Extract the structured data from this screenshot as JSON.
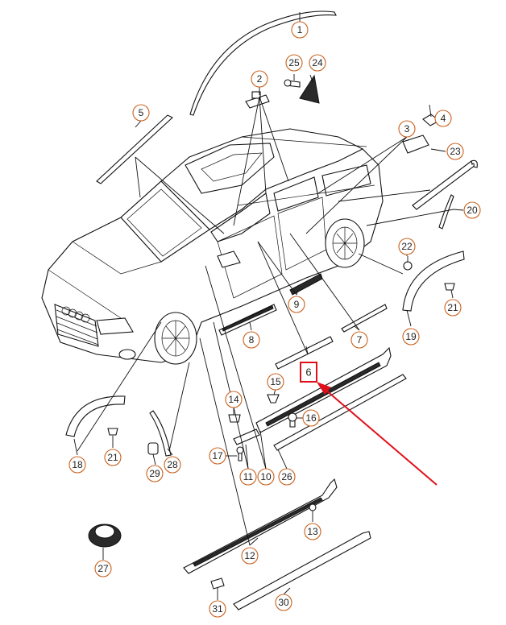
{
  "callouts": {
    "c1": "1",
    "c2": "2",
    "c3": "3",
    "c4": "4",
    "c5": "5",
    "c6": "6",
    "c7": "7",
    "c8": "8",
    "c9": "9",
    "c10": "10",
    "c11": "11",
    "c12": "12",
    "c13": "13",
    "c14": "14",
    "c15": "15",
    "c16": "16",
    "c17": "17",
    "c18": "18",
    "c19": "19",
    "c20": "20",
    "c21a": "21",
    "c21b": "21",
    "c22": "22",
    "c23": "23",
    "c24": "24",
    "c25": "25",
    "c26": "26",
    "c27": "27",
    "c28": "28",
    "c29": "29",
    "c30": "30",
    "c31": "31"
  },
  "highlight": {
    "part_number": "6",
    "color": "#e0101a"
  },
  "colors": {
    "callout_ring": "#c8621f",
    "linework": "#111111"
  }
}
